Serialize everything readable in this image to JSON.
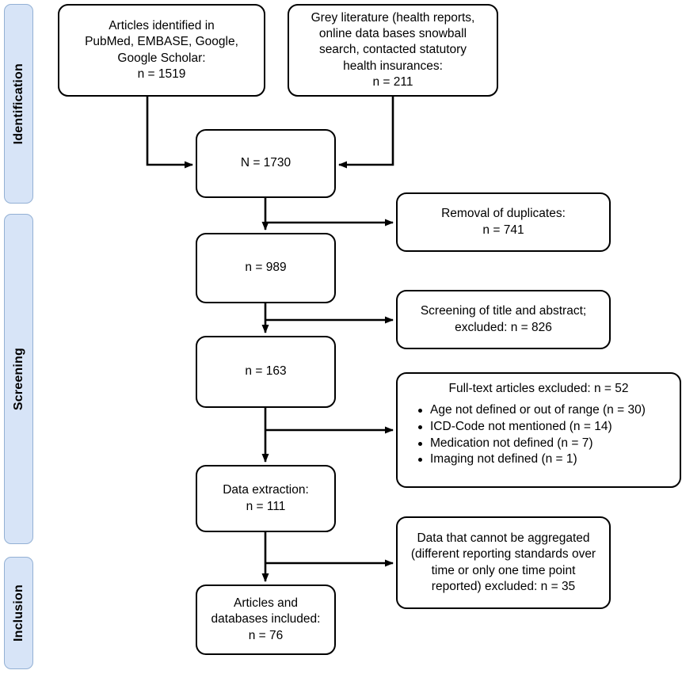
{
  "sidebar": {
    "phases": [
      {
        "id": "identification",
        "label": "Identification"
      },
      {
        "id": "screening",
        "label": "Screening"
      },
      {
        "id": "inclusion",
        "label": "Inclusion"
      }
    ]
  },
  "colors": {
    "phase_fill": "#d7e4f7",
    "phase_border": "#93b0d4",
    "node_border": "#000000",
    "node_fill": "#ffffff",
    "connector": "#000000"
  },
  "flow": {
    "sources": {
      "lines": [
        "Articles identified in",
        "PubMed, EMBASE, Google,",
        "Google Scholar:",
        "n = 1519"
      ],
      "n": 1519
    },
    "grey_literature": {
      "lines": [
        "Grey literature (health reports,",
        "online data bases snowball",
        "search, contacted statutory",
        "health insurances:",
        "n = 211"
      ],
      "n": 211
    },
    "total": {
      "lines": [
        "N = 1730"
      ],
      "n": 1730
    },
    "removal_duplicates": {
      "lines": [
        "Removal of duplicates:",
        "n = 741"
      ],
      "n": 741
    },
    "after_dedup": {
      "lines": [
        "n = 989"
      ],
      "n": 989
    },
    "screening_title_abstract": {
      "lines": [
        "Screening of title and abstract;",
        "excluded: n = 826"
      ],
      "n": 826
    },
    "after_screening": {
      "lines": [
        "n = 163"
      ],
      "n": 163
    },
    "fulltext_excluded": {
      "title": "Full-text articles excluded: n = 52",
      "n": 52,
      "reasons": [
        {
          "label": "Age not defined or out of range (n = 30)",
          "n": 30
        },
        {
          "label": "ICD-Code not mentioned (n = 14)",
          "n": 14
        },
        {
          "label": "Medication not defined (n = 7)",
          "n": 7
        },
        {
          "label": "Imaging not defined (n = 1)",
          "n": 1
        }
      ]
    },
    "data_extraction": {
      "lines": [
        "Data extraction:",
        "n = 111"
      ],
      "n": 111
    },
    "not_aggregable": {
      "lines": [
        "Data that cannot be aggregated",
        "(different reporting standards over",
        "time or only one time point",
        "reported) excluded: n = 35"
      ],
      "n": 35
    },
    "included": {
      "lines": [
        "Articles and",
        "databases included:",
        "n = 76"
      ],
      "n": 76
    }
  }
}
